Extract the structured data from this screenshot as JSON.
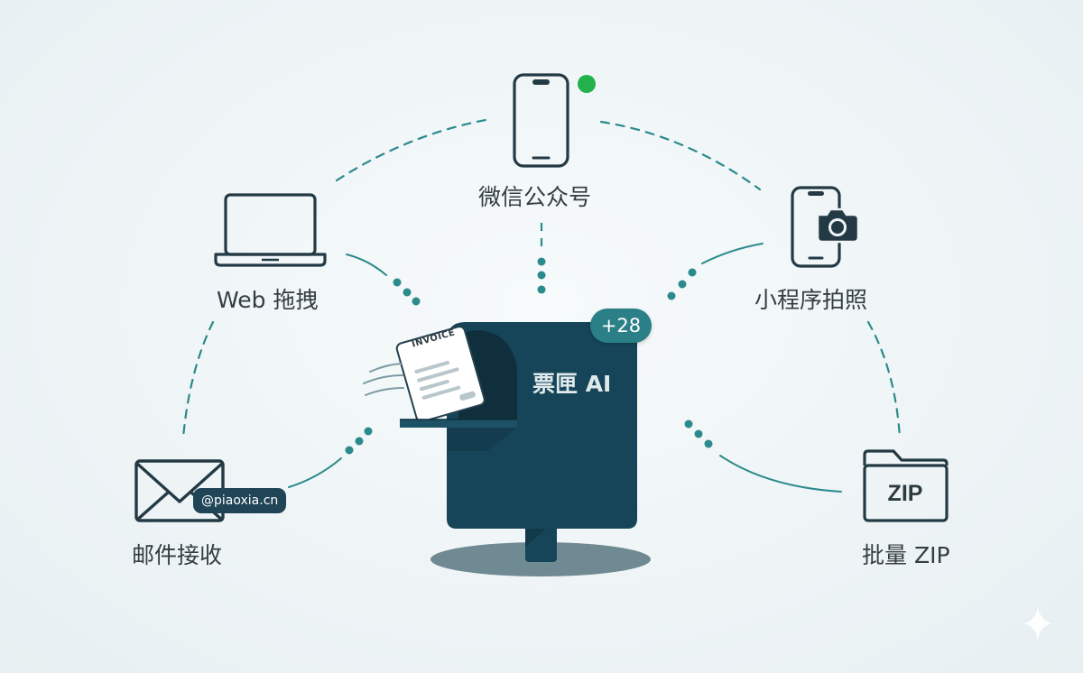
{
  "channels": {
    "wechat": {
      "label": "微信公众号",
      "status_color": "#22b14c"
    },
    "web": {
      "label": "Web 拖拽"
    },
    "miniprogram": {
      "label": "小程序拍照"
    },
    "email": {
      "label": "邮件接收",
      "address": "@piaoxia.cn"
    },
    "zip": {
      "label": "批量 ZIP",
      "folder_text": "ZIP"
    }
  },
  "center": {
    "title": "票匣 AI",
    "badge": "+28",
    "document_label": "INVOICE"
  },
  "colors": {
    "connector": "#2b8a8c",
    "box": "#164559",
    "box_dark": "#0f2f3d",
    "badge": "#2b7f86",
    "icon_stroke": "#233a45"
  },
  "icons": [
    "smartphone-icon",
    "laptop-icon",
    "camera-phone-icon",
    "mail-icon",
    "folder-icon",
    "mailbox-icon",
    "invoice-icon",
    "sparkle-icon"
  ]
}
